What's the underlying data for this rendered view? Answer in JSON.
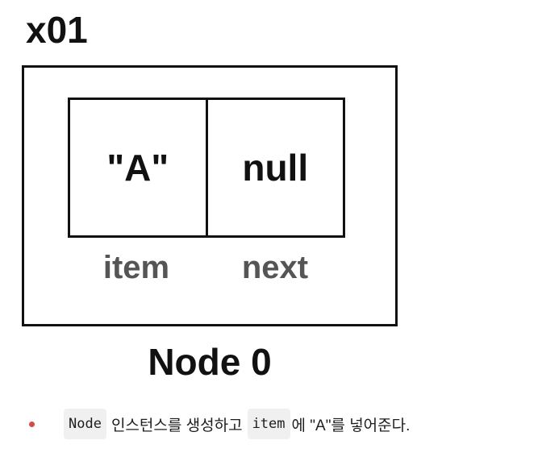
{
  "diagram": {
    "address": "x01",
    "cells": {
      "item_value": "\"A\"",
      "next_value": "null"
    },
    "labels": {
      "item": "item",
      "next": "next"
    },
    "node_name": "Node 0"
  },
  "caption": {
    "code1": "Node",
    "text1": "인스턴스를 생성하고",
    "code2": "item",
    "text2": "에 \"A\"를 넣어준다."
  }
}
